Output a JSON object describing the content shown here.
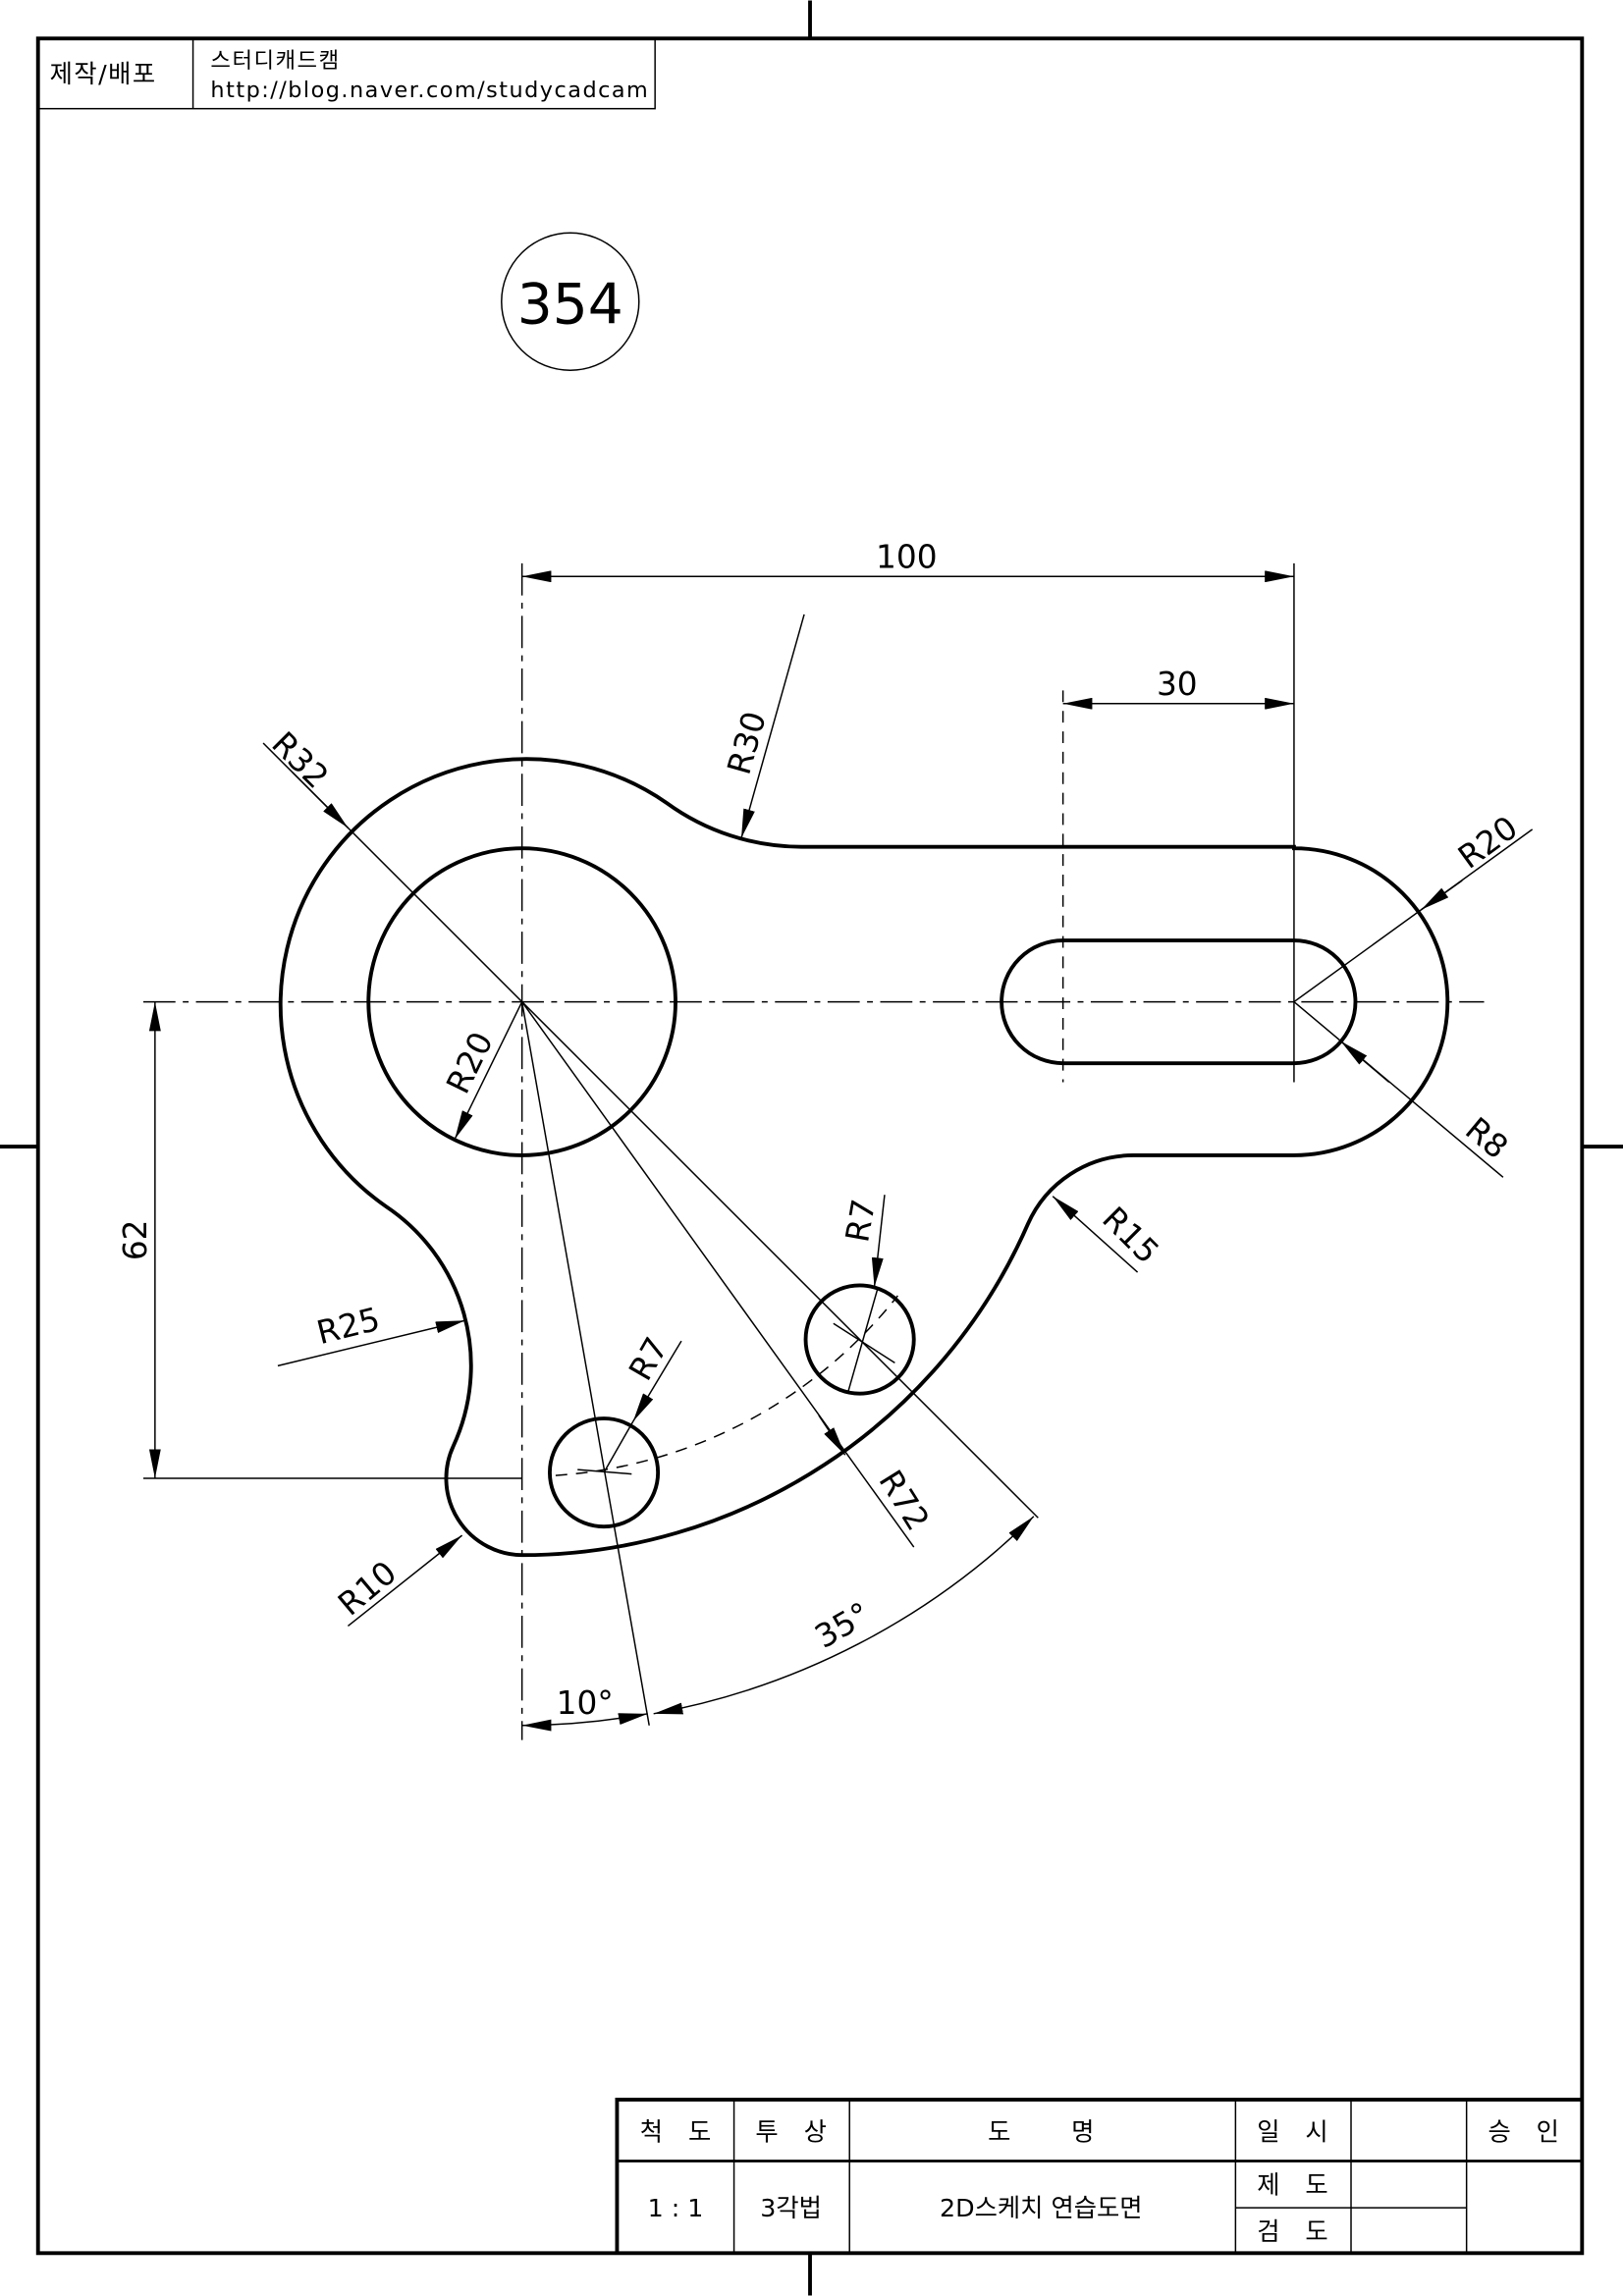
{
  "header": {
    "label": "제작/배포",
    "author": "스터디캐드캠",
    "url": "http://blog.naver.com/studycadcam"
  },
  "drawing_number": "354",
  "dimensions": {
    "d100": "100",
    "d30": "30",
    "d62": "62",
    "r30": "R30",
    "r32": "R32",
    "r20_inner": "R20",
    "r20_outer": "R20",
    "r8": "R8",
    "r15": "R15",
    "r7_upper": "R7",
    "r7_lower": "R7",
    "r72": "R72",
    "r25": "R25",
    "r10": "R10",
    "a35": "35°",
    "a10": "10°"
  },
  "title_block": {
    "scale_label": "척 도",
    "projection_label": "투 상",
    "name_label": "도 명",
    "date_label": "일 시",
    "approve_label": "승 인",
    "scale_value": "1 : 1",
    "projection_value": "3각법",
    "name_value": "2D스케치 연습도면",
    "drawn_label": "제 도",
    "checked_label": "검 도"
  }
}
